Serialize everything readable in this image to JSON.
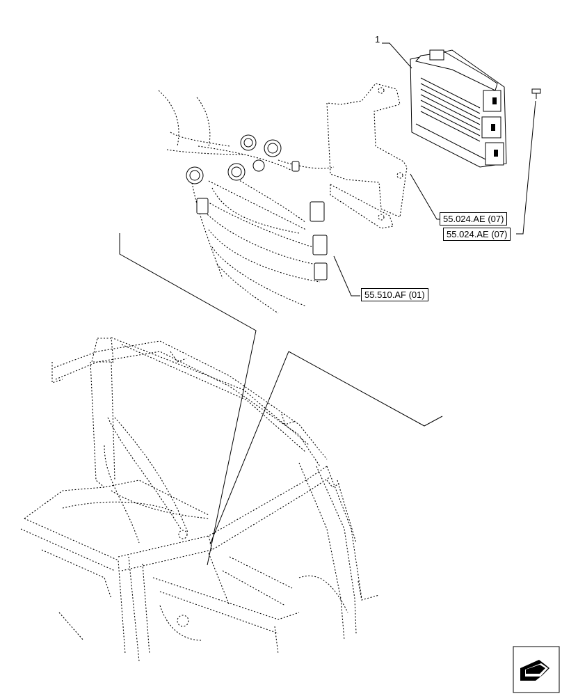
{
  "callouts": [
    {
      "label": "1"
    }
  ],
  "references": [
    {
      "label": "55.024.AE (07)"
    },
    {
      "label": "55.024.AE (07)"
    },
    {
      "label": "55.510.AF (01)"
    }
  ],
  "icons": {
    "navigation": "view-direction-arrow-icon"
  }
}
